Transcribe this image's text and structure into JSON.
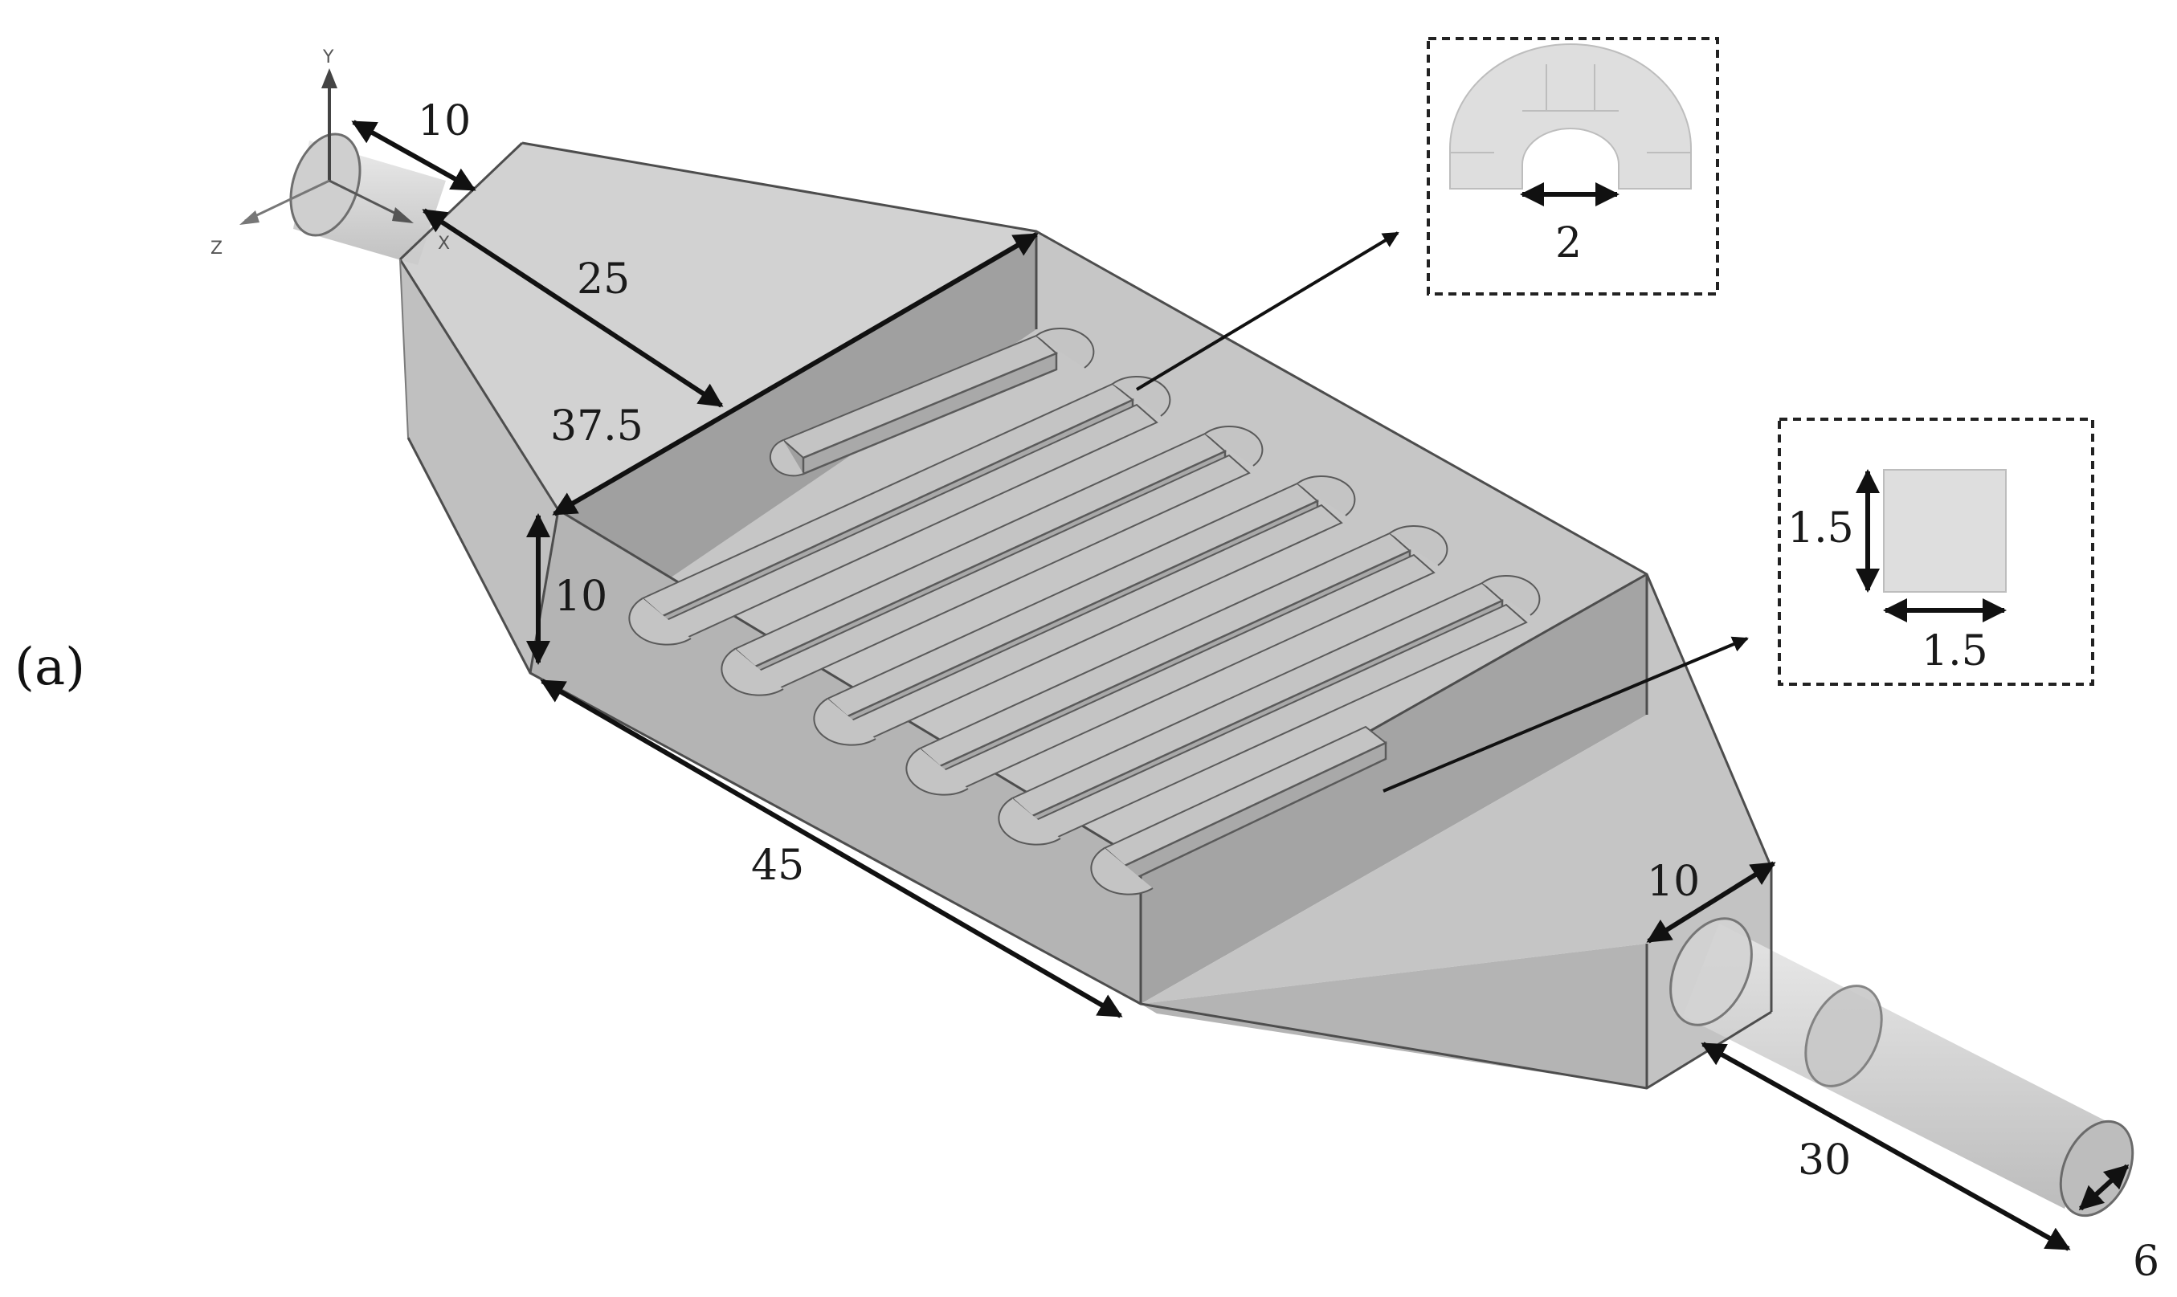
{
  "panel_label": "(a)",
  "axes": {
    "y": "Y",
    "z": "Z",
    "x": "X"
  },
  "dimensions": {
    "inlet_length": "10",
    "taper_length": "25",
    "block_width": "37.5",
    "block_height": "10",
    "block_length": "45",
    "outlet_taper": "10",
    "outlet_pipe_length": "30",
    "outlet_pipe_diameter": "6"
  },
  "insets": {
    "bend": {
      "gap": "2"
    },
    "cross_section": {
      "height": "1.5",
      "width": "1.5"
    }
  },
  "colors": {
    "housing": "#c9c9c9",
    "housing_dark": "#a3a3a3",
    "channel": "#a9a9a9",
    "arrow": "#111111"
  }
}
